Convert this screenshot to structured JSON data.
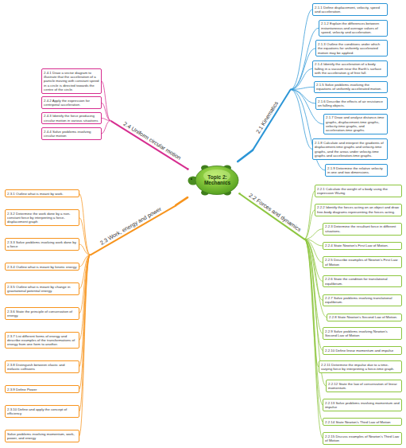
{
  "diagram": {
    "nodes": [
      {
        "text": [
          "Topic 2: Mechanics"
        ]
      },
      {
        "text": [
          "2.1 Kinematics"
        ]
      },
      {
        "text": [
          "2.1.1 Define displacement, velocity, speed and acceleration."
        ]
      },
      {
        "text": [
          "2.1.2 Explain the differences between instantaneous and average values of speed, velocity and acceleration."
        ]
      },
      {
        "text": [
          "2.1.3 Outline the conditions under which the equations for uniformly accelerated motion may be applied."
        ]
      },
      {
        "text": [
          "2.1.4 Identify the acceleration of a body falling in a vacuum near the Earth's surface with the acceleration g of free fall."
        ]
      },
      {
        "text": [
          "2.1.5 Solve problems involving the equations of uniformly accelerated motion."
        ]
      },
      {
        "text": [
          "2.1.6 Describe the effects of air resistance on falling objects."
        ]
      },
      {
        "text": [
          "2.1.7 Draw and analyse distance-time graphs, displacement-time graphs, velocity-time graphs, and acceleration-time graphs."
        ]
      },
      {
        "text": [
          "2.1.8 Calculate and interpret the gradients of displacement-time graphs and velocity-time graphs, and the areas under velocity-time graphs and acceleration-time graphs."
        ]
      },
      {
        "text": [
          "2.1.9 Determine the relative velocity in one and two dimensions."
        ]
      },
      {
        "text": [
          "2.2 Forces and dynamics"
        ]
      },
      {
        "text": [
          "2.2.1 Calculate the weight of a body using the expression W=mg"
        ]
      },
      {
        "text": [
          "2.2.2 Identify the forces acting on an object and draw free-body diagrams representing the forces acting."
        ]
      },
      {
        "text": [
          "2.2.3 Determine the resultant force in different situations."
        ]
      },
      {
        "text": [
          "2.2.4 State Newton's First Law of Motion."
        ]
      },
      {
        "text": [
          "2.2.5 Describe examples of Newton's First Law of Motion"
        ]
      },
      {
        "text": [
          "2.2.6 State the condition for translational equilibrium."
        ]
      },
      {
        "text": [
          "2.2.7 Solve problems involving translational equilibrium."
        ]
      },
      {
        "text": [
          "2.2.8 State Newton's Second Law of Motion."
        ]
      },
      {
        "text": [
          "2.2.9 Solve problems involving Newton's Second Law of Motion"
        ]
      },
      {
        "text": [
          "2.2.10 Define linear momentum and impulse"
        ]
      },
      {
        "text": [
          "2.2.11 Determine the impulse due to a time-varying force by interpreting a force-time graph."
        ]
      },
      {
        "text": [
          "2.2.12 State the law of conservation of linear momentum."
        ]
      },
      {
        "text": [
          "2.2.13 Solve problems involving momentum and impulse"
        ]
      },
      {
        "text": [
          "2.2.14 State Newton's Third Law of Motion"
        ]
      },
      {
        "text": [
          "2.2.15 Discuss examples of Newton's Third Law of Motion"
        ]
      },
      {
        "text": [
          "2.3 Work, energy and power"
        ]
      },
      {
        "text": [
          "2.3.1 Outline what is meant by work."
        ]
      },
      {
        "text": [
          "2.3.2 Determine the work done by a non-constant force by interpreting a force-displacement graph"
        ]
      },
      {
        "text": [
          "2.3.3 Solve problems involving work done by a force"
        ]
      },
      {
        "text": [
          "2.3.4 Outline what is meant by kinetic energy"
        ]
      },
      {
        "text": [
          "2.3.5 Outline what is meant by change in gravitational potential energy."
        ]
      },
      {
        "text": [
          "2.3.6 State the principle of conservation of energy."
        ]
      },
      {
        "text": [
          "2.3.7 List different forms of energy and describe examples of the transformations of energy from one form to another."
        ]
      },
      {
        "text": [
          "2.3.8 Distinguish between elastic and inelastic collisions"
        ]
      },
      {
        "text": [
          "2.3.9 Define Power"
        ]
      },
      {
        "text": [
          "2.3.10 Define and apply the concept of efficiency"
        ]
      },
      {
        "text": [
          "Solve problems involving momentum, work, power, and energy"
        ]
      },
      {
        "text": [
          "2.4 Uniform circular motion"
        ]
      },
      {
        "text": [
          "2.4.1 Draw a vector diagram to illustrate that the acceleration of a particle moving with constant speed in a circle is directed towards the centre of the circle."
        ]
      },
      {
        "text": [
          "2.4.2 Apply the expression for centripetal acceleration."
        ]
      },
      {
        "text": [
          "2.4.3 Identify the force producing circular motion in various situations"
        ]
      },
      {
        "text": [
          "2.4.4 Solve problems involving circular motion"
        ]
      }
    ],
    "edges": [
      {
        "from": 0,
        "to": 1,
        "arrow": "none"
      },
      {
        "from": 1,
        "to": 2,
        "arrow": "none"
      },
      {
        "from": 1,
        "to": 3,
        "arrow": "none"
      },
      {
        "from": 1,
        "to": 4,
        "arrow": "none"
      },
      {
        "from": 1,
        "to": 5,
        "arrow": "none"
      },
      {
        "from": 1,
        "to": 6,
        "arrow": "none"
      },
      {
        "from": 1,
        "to": 7,
        "arrow": "none"
      },
      {
        "from": 1,
        "to": 8,
        "arrow": "none"
      },
      {
        "from": 1,
        "to": 9,
        "arrow": "none"
      },
      {
        "from": 1,
        "to": 10,
        "arrow": "none"
      },
      {
        "from": 0,
        "to": 11,
        "arrow": "none"
      },
      {
        "from": 11,
        "to": 12,
        "arrow": "none"
      },
      {
        "from": 11,
        "to": 13,
        "arrow": "none"
      },
      {
        "from": 11,
        "to": 14,
        "arrow": "none"
      },
      {
        "from": 11,
        "to": 15,
        "arrow": "none"
      },
      {
        "from": 11,
        "to": 16,
        "arrow": "none"
      },
      {
        "from": 11,
        "to": 17,
        "arrow": "none"
      },
      {
        "from": 11,
        "to": 18,
        "arrow": "none"
      },
      {
        "from": 11,
        "to": 19,
        "arrow": "none"
      },
      {
        "from": 11,
        "to": 20,
        "arrow": "none"
      },
      {
        "from": 11,
        "to": 21,
        "arrow": "none"
      },
      {
        "from": 11,
        "to": 22,
        "arrow": "none"
      },
      {
        "from": 11,
        "to": 23,
        "arrow": "none"
      },
      {
        "from": 11,
        "to": 24,
        "arrow": "none"
      },
      {
        "from": 11,
        "to": 25,
        "arrow": "none"
      },
      {
        "from": 11,
        "to": 26,
        "arrow": "none"
      },
      {
        "from": 0,
        "to": 27,
        "arrow": "none"
      },
      {
        "from": 27,
        "to": 28,
        "arrow": "none"
      },
      {
        "from": 27,
        "to": 29,
        "arrow": "none"
      },
      {
        "from": 27,
        "to": 30,
        "arrow": "none"
      },
      {
        "from": 27,
        "to": 31,
        "arrow": "none"
      },
      {
        "from": 27,
        "to": 32,
        "arrow": "none"
      },
      {
        "from": 27,
        "to": 33,
        "arrow": "none"
      },
      {
        "from": 27,
        "to": 34,
        "arrow": "none"
      },
      {
        "from": 27,
        "to": 35,
        "arrow": "none"
      },
      {
        "from": 27,
        "to": 36,
        "arrow": "none"
      },
      {
        "from": 27,
        "to": 37,
        "arrow": "none"
      },
      {
        "from": 27,
        "to": 38,
        "arrow": "none"
      },
      {
        "from": 0,
        "to": 39,
        "arrow": "none"
      },
      {
        "from": 39,
        "to": 40,
        "arrow": "none"
      },
      {
        "from": 39,
        "to": 41,
        "arrow": "none"
      },
      {
        "from": 39,
        "to": 42,
        "arrow": "none"
      },
      {
        "from": 39,
        "to": 43,
        "arrow": "none"
      }
    ]
  }
}
